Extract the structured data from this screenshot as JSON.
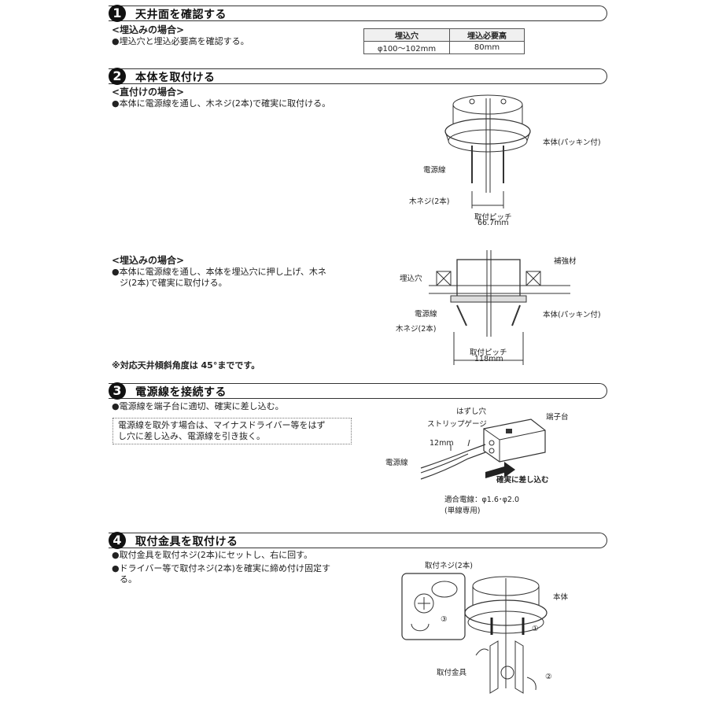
{
  "sections": [
    {
      "num": "1",
      "title": "天井面を確認する"
    },
    {
      "num": "2",
      "title": "本体を取付ける"
    },
    {
      "num": "3",
      "title": "電源線を接続する"
    },
    {
      "num": "4",
      "title": "取付金具を取付ける"
    }
  ],
  "s1": {
    "sub": "<埋込みの場合>",
    "bullet": "●埋込穴と埋込必要高を確認する。",
    "table": {
      "headers": [
        "埋込穴",
        "埋込必要高"
      ],
      "row": [
        "φ100〜102mm",
        "80mm"
      ]
    }
  },
  "s2": {
    "sub1": "<直付けの場合>",
    "bullet1": "●本体に電源線を通し、木ネジ(2本)で確実に取付ける。",
    "sub2": "<埋込みの場合>",
    "bullet2_line1": "●本体に電源線を通し、本体を埋込穴に押し上げ、木ネ",
    "bullet2_line2": "ジ(2本)で確実に取付ける。",
    "note": "※対応天井傾斜角度は 45°までです。",
    "fig1": {
      "body": "本体(パッキン付)",
      "wire": "電源線",
      "screw": "木ネジ(2本)",
      "pitch_label": "取付ピッチ",
      "pitch_value": "66.7mm"
    },
    "fig2": {
      "hole": "埋込穴",
      "reinforce": "補強材",
      "wire": "電源線",
      "screw": "木ネジ(2本)",
      "body": "本体(パッキン付)",
      "pitch_label": "取付ピッチ",
      "pitch_value": "118mm"
    }
  },
  "s3": {
    "bullet": "●電源線を端子台に適切、確実に差し込む。",
    "note_line1": "電源線を取外す場合は、マイナスドライバー等をはず",
    "note_line2": "し穴に差し込み、電源線を引き抜く。",
    "fig": {
      "release": "はずし穴",
      "strip": "ストリップゲージ",
      "terminal": "端子台",
      "strip_len": "12mm",
      "wire": "電源線",
      "insert": "確実に差し込む",
      "wire_spec": "適合電線：φ1.6･φ2.0",
      "single": "(単線専用)"
    }
  },
  "s4": {
    "bullet1": "●取付金具を取付ネジ(2本)にセットし、右に回す。",
    "bullet2_line1": "●ドライバー等で取付ネジ(2本)を確実に締め付け固定す",
    "bullet2_line2": "る。",
    "fig": {
      "screws": "取付ネジ(2本)",
      "body": "本体",
      "bracket": "取付金具",
      "step1": "①",
      "step2": "②",
      "step3": "③"
    }
  }
}
